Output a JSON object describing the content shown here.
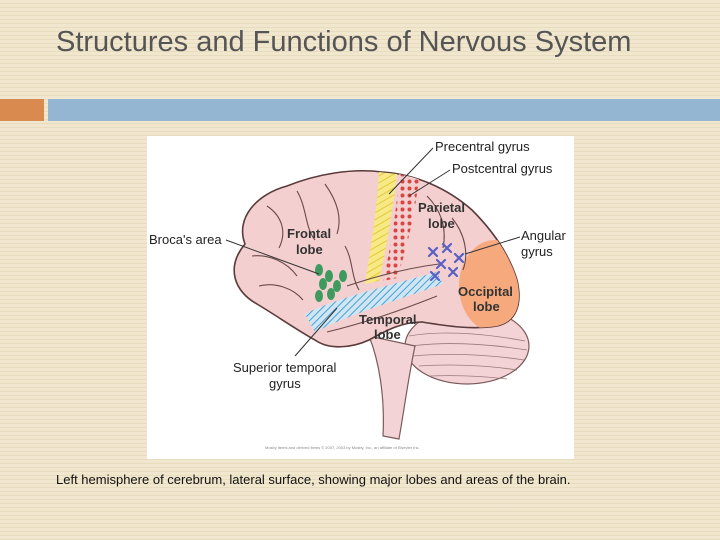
{
  "slide": {
    "title": "Structures and Functions of Nervous System",
    "caption": "Left hemisphere of cerebrum, lateral surface, showing major lobes and areas of the brain."
  },
  "diagram": {
    "labels": {
      "precentral_gyrus": "Precentral gyrus",
      "postcentral_gyrus": "Postcentral gyrus",
      "parietal_lobe_1": "Parietal",
      "parietal_lobe_2": "lobe",
      "brocas_area": "Broca's area",
      "frontal_lobe_1": "Frontal",
      "frontal_lobe_2": "lobe",
      "angular_gyrus_1": "Angular",
      "angular_gyrus_2": "gyrus",
      "occipital_lobe_1": "Occipital",
      "occipital_lobe_2": "lobe",
      "temporal_lobe_1": "Temporal",
      "temporal_lobe_2": "lobe",
      "superior_temporal_gyrus_1": "Superior temporal",
      "superior_temporal_gyrus_2": "gyrus"
    },
    "credit": "Mosby items and derived items © 2007, 2003 by Mosby, Inc., an affiliate of Elsevier Inc."
  },
  "colors": {
    "accent_orange": "#d98a4f",
    "accent_blue": "#94b6d2",
    "brain_pink": "#f4cfcf",
    "precentral_yellow": "#f5e46a",
    "postcentral_red": "#d94545",
    "occipital_orange": "#f5a97d",
    "broca_green": "#3f9a5f",
    "temporal_blue": "#6aaed6",
    "angular_purple": "#5a5fc4"
  }
}
